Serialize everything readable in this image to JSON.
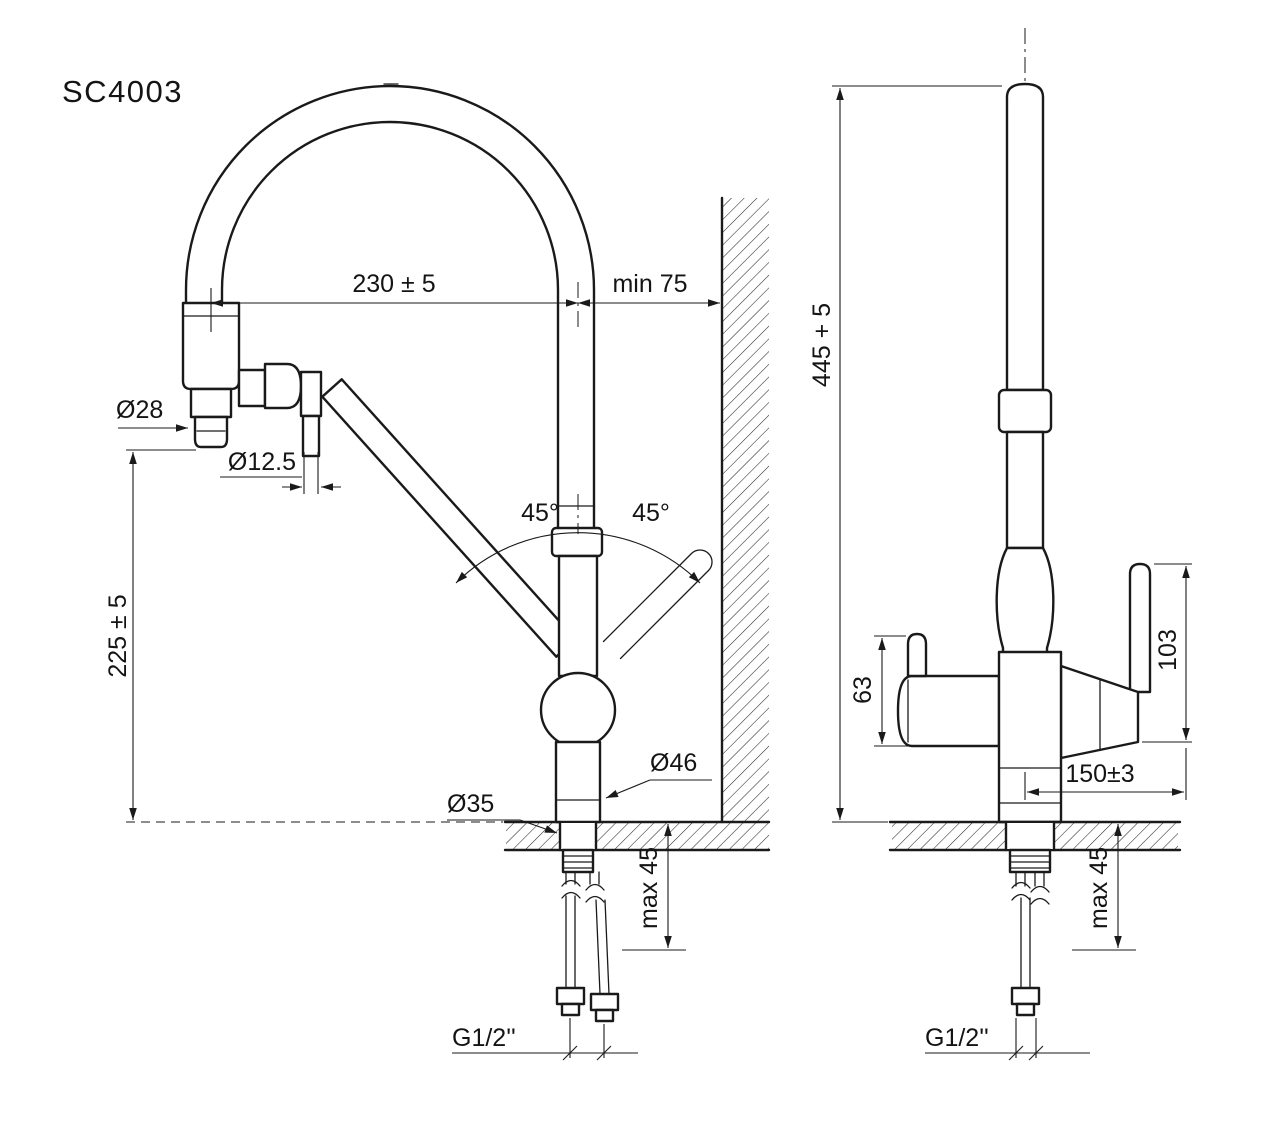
{
  "title": "SC4003",
  "views": {
    "front": {
      "spout_reach": "230 ± 5",
      "wall_clearance": "min 75",
      "spray_head_diameter": "Ø28",
      "hose_diameter": "Ø12.5",
      "swivel_angle_left": "45°",
      "swivel_angle_right": "45°",
      "spout_height": "225 ± 5",
      "body_diameter": "Ø46",
      "mounting_hole_diameter": "Ø35",
      "max_deck_thickness": "max 45",
      "thread_size": "G1/2''"
    },
    "side": {
      "total_height": "445 + 5",
      "body_offset": "63",
      "handle_height": "103",
      "handle_reach": "150±3",
      "max_deck_thickness": "max 45",
      "thread_size": "G1/2''"
    }
  },
  "colors": {
    "line": "#1a1a1a",
    "background": "#ffffff"
  }
}
